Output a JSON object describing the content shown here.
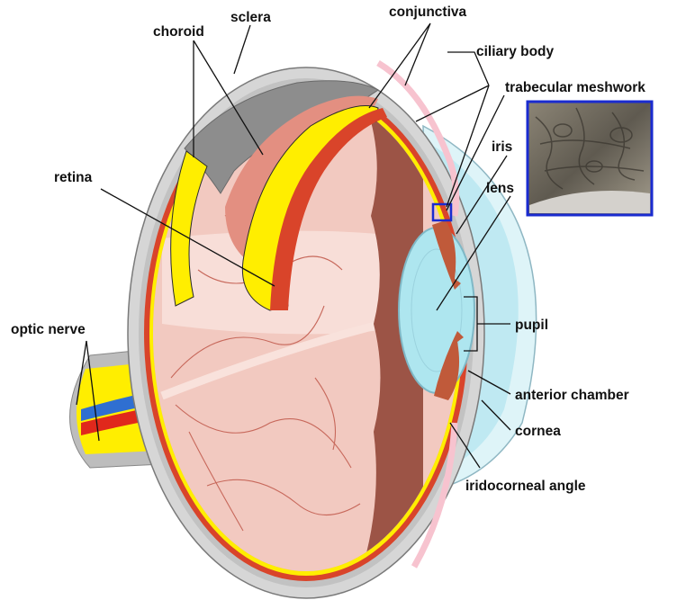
{
  "colors": {
    "sclera": "#a9a9a9",
    "sclera_light": "#d6d6d6",
    "choroid": "#d9442a",
    "retina": "#ffee00",
    "vitreous": "#f2c9c0",
    "iris": "#8e4638",
    "lens": "#aee6ef",
    "cornea": "#def4f8",
    "conjunctiva": "#f7c3cf",
    "nerve_blue": "#2f6fd1",
    "inset_frame": "#1a2bd0"
  },
  "labels": {
    "choroid": "choroid",
    "sclera": "sclera",
    "conjunctiva": "conjunctiva",
    "ciliary_body": "ciliary body",
    "trabecular_meshwork": "trabecular meshwork",
    "iris": "iris",
    "lens": "lens",
    "retina": "retina",
    "optic_nerve": "optic nerve",
    "pupil": "pupil",
    "anterior_chamber": "anterior chamber",
    "cornea": "cornea",
    "iridocorneal_angle": "iridocorneal angle"
  },
  "inset": {
    "icon": "tissue-micrograph"
  }
}
